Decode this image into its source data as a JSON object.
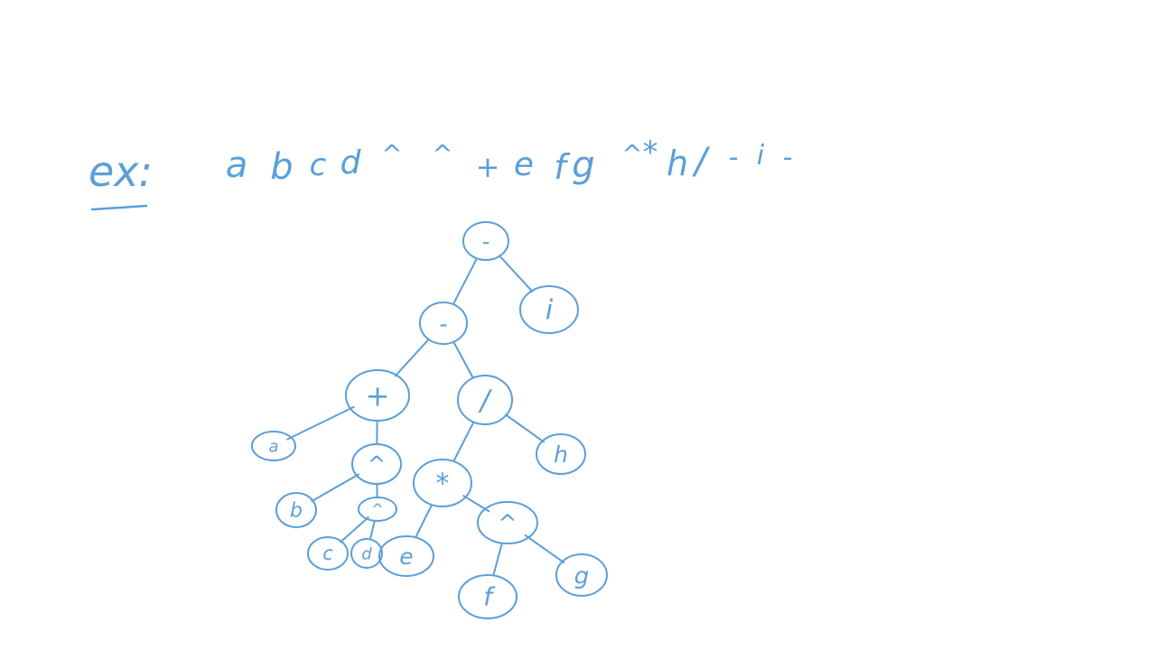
{
  "ink_color": "#5b9fd8",
  "heading": {
    "label": "ex:",
    "expression_tokens": [
      "a",
      "b",
      "c",
      "d",
      "^",
      "^",
      "+",
      "e",
      "f",
      "g",
      "^",
      "*",
      "h",
      "/",
      "-",
      "i",
      "-"
    ]
  },
  "tree": {
    "nodes": [
      {
        "id": "root-minus",
        "label": "-"
      },
      {
        "id": "minus-2",
        "label": "-"
      },
      {
        "id": "leaf-i",
        "label": "i"
      },
      {
        "id": "plus",
        "label": "+"
      },
      {
        "id": "divide",
        "label": "/"
      },
      {
        "id": "leaf-a",
        "label": "a"
      },
      {
        "id": "caret-1",
        "label": "^"
      },
      {
        "id": "leaf-b",
        "label": "b"
      },
      {
        "id": "caret-2",
        "label": "^"
      },
      {
        "id": "leaf-c",
        "label": "c"
      },
      {
        "id": "leaf-d",
        "label": "d"
      },
      {
        "id": "times",
        "label": "*"
      },
      {
        "id": "leaf-h",
        "label": "h"
      },
      {
        "id": "leaf-e",
        "label": "e"
      },
      {
        "id": "caret-3",
        "label": "^"
      },
      {
        "id": "leaf-f",
        "label": "f"
      },
      {
        "id": "leaf-g",
        "label": "g"
      }
    ],
    "edges": [
      [
        "root-minus",
        "minus-2"
      ],
      [
        "root-minus",
        "leaf-i"
      ],
      [
        "minus-2",
        "plus"
      ],
      [
        "minus-2",
        "divide"
      ],
      [
        "plus",
        "leaf-a"
      ],
      [
        "plus",
        "caret-1"
      ],
      [
        "caret-1",
        "leaf-b"
      ],
      [
        "caret-1",
        "caret-2"
      ],
      [
        "caret-2",
        "leaf-c"
      ],
      [
        "caret-2",
        "leaf-d"
      ],
      [
        "divide",
        "times"
      ],
      [
        "divide",
        "leaf-h"
      ],
      [
        "times",
        "leaf-e"
      ],
      [
        "times",
        "caret-3"
      ],
      [
        "caret-3",
        "leaf-f"
      ],
      [
        "caret-3",
        "leaf-g"
      ]
    ]
  }
}
